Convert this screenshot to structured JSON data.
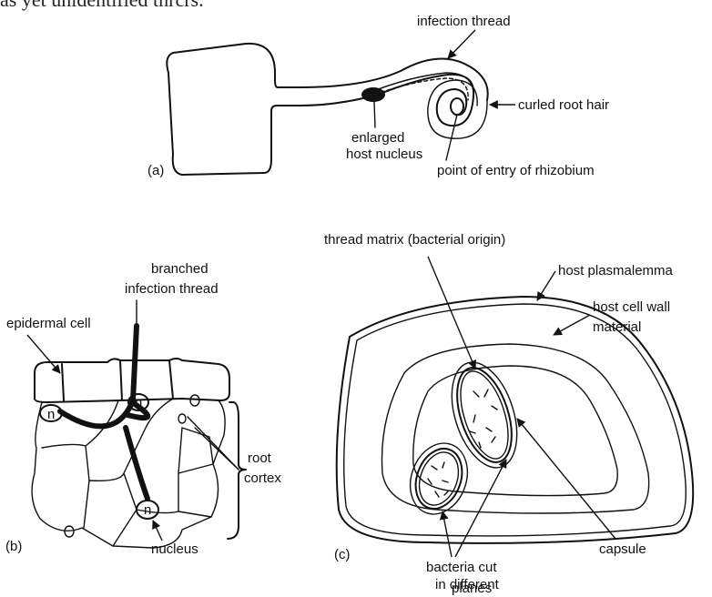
{
  "header_fragment": "as yet unidentified thrcrs.",
  "panel_a": {
    "panel_label": "(a)",
    "infection_thread": "infection thread",
    "curled_root_hair": "curled root hair",
    "enlarged_line1": "enlarged",
    "enlarged_line2": "host nucleus",
    "point_of_entry": "point of entry of rhizobium"
  },
  "panel_b": {
    "panel_label": "(b)",
    "branched_line1": "branched",
    "branched_line2": "infection thread",
    "epidermal_cell": "epidermal cell",
    "root": "root",
    "cortex": "cortex",
    "nucleus": "nucleus",
    "n": "n"
  },
  "panel_c": {
    "panel_label": "(c)",
    "thread_matrix": "thread matrix (bacterial origin)",
    "host_plasmalemma": "host plasmalemma",
    "host_cell_wall_line1": "host cell wall",
    "host_cell_wall_line2": "material",
    "capsule": "capsule",
    "bacteria_line1": "bacteria cut",
    "bacteria_line2": "in different",
    "bacteria_line3": "planes"
  }
}
